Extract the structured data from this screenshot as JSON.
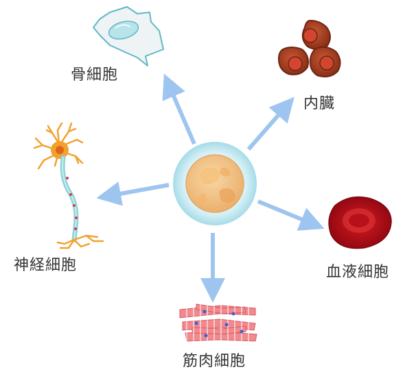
{
  "diagram": {
    "center": {
      "name": "stem-cell",
      "colors": {
        "halo": "#cdeef4",
        "halo_edge": "#a8dde8",
        "core": "#f2c98c",
        "core_edge": "#e3a865"
      }
    },
    "arrow_color": "#9ec5ef",
    "labels": {
      "bone": "骨細胞",
      "organ": "内臓",
      "nerve": "神経細胞",
      "blood": "血液細胞",
      "muscle": "筋肉細胞"
    },
    "colors": {
      "bone_fill": "#eef3f5",
      "bone_edge": "#5fb8c4",
      "bone_nucleus": "#b7e3ea",
      "organ_fill": "#b3482a",
      "organ_nucleus": "#d2452f",
      "organ_edge": "#6e2413",
      "nerve_body": "#f2a12e",
      "nerve_nucleus": "#e0641b",
      "nerve_axon": "#8fd3d8",
      "nerve_node": "#d9394a",
      "blood_fill": "#c8101c",
      "blood_center": "#e23a3a",
      "muscle_fill": "#f08a8f",
      "muscle_stripe": "#ffffff",
      "muscle_nucleus": "#3b5fd6"
    }
  }
}
